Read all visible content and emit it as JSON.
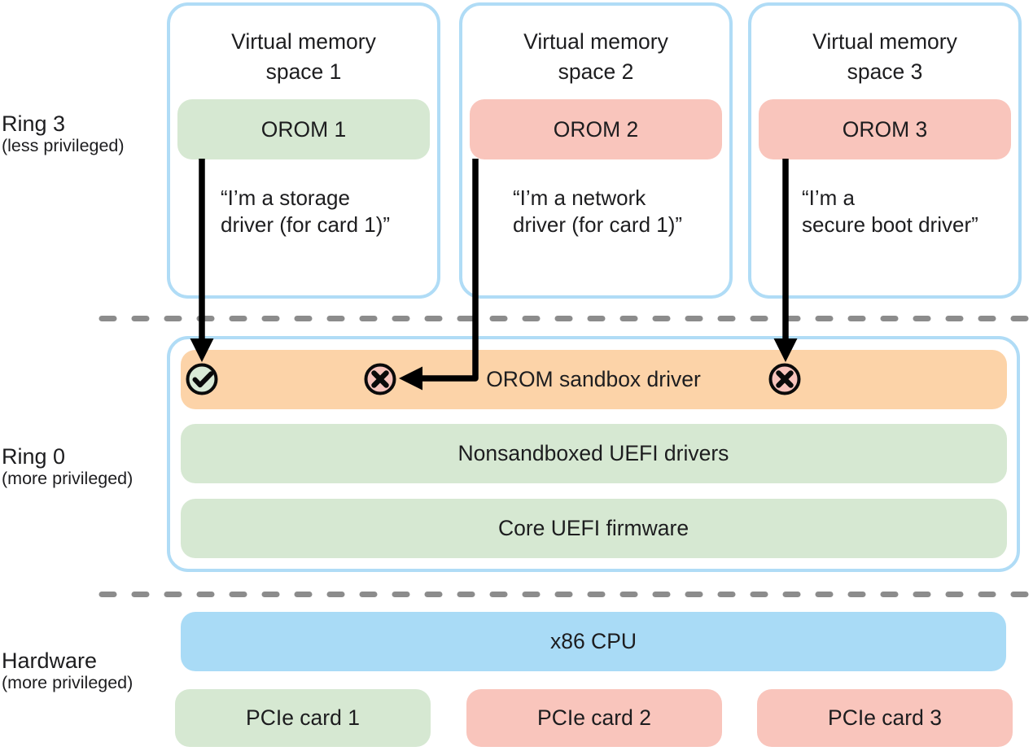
{
  "colors": {
    "container_border_blue": "#b0dcf6",
    "green_fill": "#d6e8d2",
    "pink_fill": "#f9c5bc",
    "orange_fill": "#fcd3a8",
    "blue_fill": "#a9dbf6",
    "dash_gray": "#8c8c8c",
    "text": "#1d1d1f",
    "arrow_black": "#000000"
  },
  "ring3": {
    "label": "Ring 3",
    "sublabel": "(less privileged)",
    "vm_spaces": [
      {
        "title_line1": "Virtual memory",
        "title_line2": "space 1",
        "orom_label": "OROM 1",
        "orom_color": "#d6e8d2",
        "quote_line1": "“I’m a storage",
        "quote_line2": "driver (for card 1)”",
        "claim_result": "allowed"
      },
      {
        "title_line1": "Virtual memory",
        "title_line2": "space 2",
        "orom_label": "OROM 2",
        "orom_color": "#f9c5bc",
        "quote_line1": "“I’m a network",
        "quote_line2": "driver (for card 1)”",
        "claim_result": "blocked"
      },
      {
        "title_line1": "Virtual memory",
        "title_line2": "space 3",
        "orom_label": "OROM 3",
        "orom_color": "#f9c5bc",
        "quote_line1": "“I’m a",
        "quote_line2": "secure boot driver”",
        "claim_result": "blocked"
      }
    ]
  },
  "ring0": {
    "label": "Ring 0",
    "sublabel": "(more privileged)",
    "rows": [
      {
        "label": "OROM sandbox driver",
        "color": "#fcd3a8"
      },
      {
        "label": "Nonsandboxed UEFI drivers",
        "color": "#d6e8d2"
      },
      {
        "label": "Core UEFI firmware",
        "color": "#d6e8d2"
      }
    ]
  },
  "hardware": {
    "label": "Hardware",
    "sublabel": "(more privileged)",
    "cpu_label": "x86 CPU",
    "cards": [
      {
        "label": "PCIe card 1",
        "color": "#d6e8d2"
      },
      {
        "label": "PCIe card 2",
        "color": "#f9c5bc"
      },
      {
        "label": "PCIe card 3",
        "color": "#f9c5bc"
      }
    ]
  },
  "icons": {
    "allowed": "check-icon",
    "blocked": "cross-icon"
  }
}
